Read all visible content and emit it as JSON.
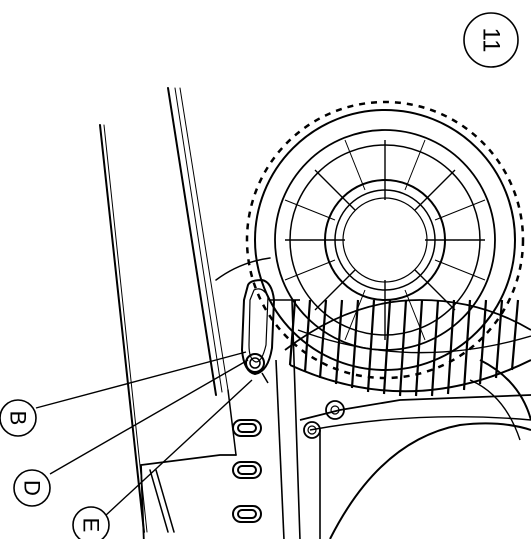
{
  "page": {
    "number": "11"
  },
  "callouts": [
    {
      "letter": "B"
    },
    {
      "letter": "D"
    },
    {
      "letter": "E"
    }
  ]
}
